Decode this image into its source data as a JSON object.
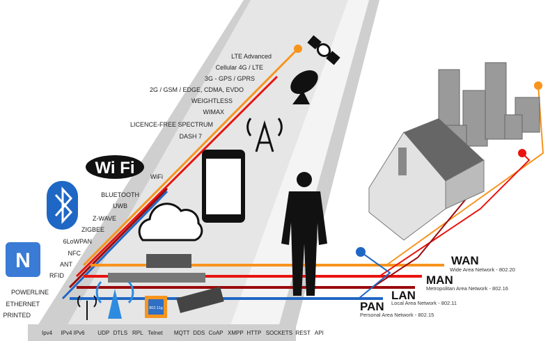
{
  "technologies": [
    "LTE Advanced",
    "Cellular 4G / LTE",
    "3G - GPS / GPRS",
    "2G / GSM / EDGE, CDMA, EVDO",
    "WEIGHTLESS",
    "WIMAX",
    "LICENCE-FREE SPECTRUM",
    "DASH 7",
    "WiFi",
    "BLUETOOTH",
    "UWB",
    "Z-WAVE",
    "ZIGBEE",
    "6LoWPAN",
    "NFC",
    "ANT",
    "RFID",
    "POWERLINE",
    "ETHERNET",
    "PRINTED"
  ],
  "networks": [
    {
      "title": "WAN",
      "subtitle": "Wide Area Network - 802.20",
      "color": "#f7941d"
    },
    {
      "title": "MAN",
      "subtitle": "Metropolitan Area Network - 802.16",
      "color": "#e8140f"
    },
    {
      "title": "LAN",
      "subtitle": "Local Area Network - 802.11",
      "color": "#9b0a0a"
    },
    {
      "title": "PAN",
      "subtitle": "Personal Area Network - 802.15",
      "color": "#1f67c4"
    }
  ],
  "protocols": [
    "Ipv4",
    "IPv4 IPv6",
    "UDP",
    "DTLS",
    "RPL",
    "Telnet",
    "MQTT",
    "DDS",
    "CoAP",
    "XMPP",
    "HTTP",
    "SOCKETS",
    "REST",
    "API"
  ],
  "icons": {
    "wifi_logo": "Wi Fi",
    "nfc_logo": "N",
    "chip_label": "802.11g"
  }
}
